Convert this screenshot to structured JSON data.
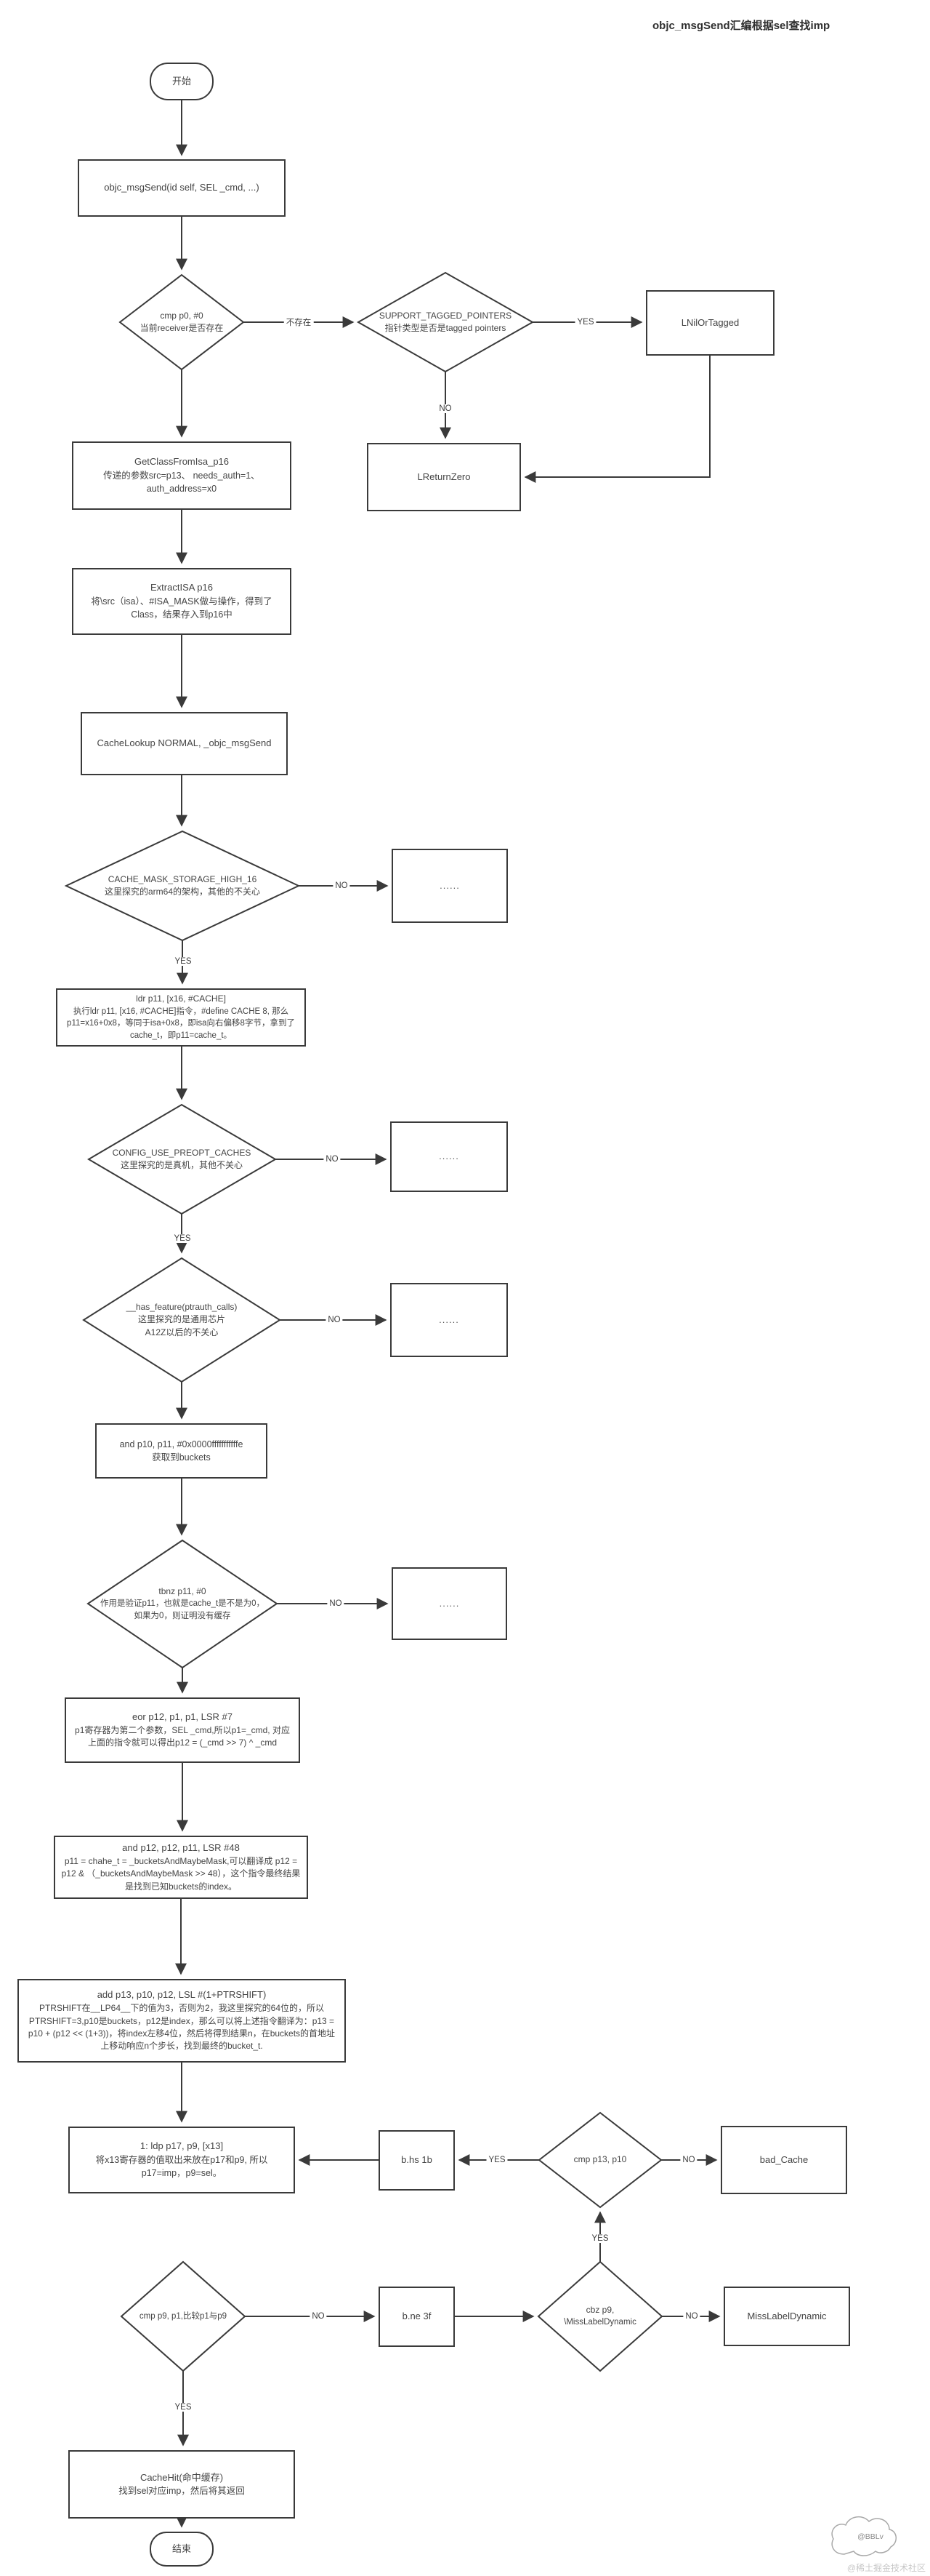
{
  "title": "objc_msgSend汇编根据sel查找imp",
  "nodes": {
    "start": "开始",
    "msgsend": "objc_msgSend(id self, SEL _cmd, ...)",
    "d_receiver": {
      "line1": "cmp p0, #0",
      "line2": "当前receiver是否存在"
    },
    "d_tagged": {
      "line1": "SUPPORT_TAGGED_POINTERS",
      "line2": "指针类型是否是tagged pointers"
    },
    "lnil": "LNilOrTagged",
    "lreturnzero": "LReturnZero",
    "getclass": {
      "title": "GetClassFromIsa_p16",
      "body": "传递的参数src=p13、 needs_auth=1、auth_address=x0"
    },
    "extractisa": {
      "title": "ExtractISA p16",
      "body": "将\\src（isa）、#ISA_MASK做与操作，得到了Class，结果存入到p16中"
    },
    "cachelookup": "CacheLookup NORMAL, _objc_msgSend",
    "d_cachemask": {
      "line1": "CACHE_MASK_STORAGE_HIGH_16",
      "line2": "这里探究的arm64的架构，其他的不关心"
    },
    "ellipsis": "......",
    "ldr": {
      "title": "ldr p11, [x16, #CACHE]",
      "body": "执行ldr p11, [x16, #CACHE]指令，#define CACHE 8, 那么p11=x16+0x8，等同于isa+0x8，即isa向右偏移8字节，拿到了cache_t，即p11=cache_t。"
    },
    "d_preopt": {
      "line1": "CONFIG_USE_PREOPT_CACHES",
      "line2": "这里探究的是真机，其他不关心"
    },
    "d_ptrauth": {
      "line1": "__has_feature(ptrauth_calls)",
      "line2": "这里探究的是通用芯片",
      "line3": "A12Z以后的不关心"
    },
    "and_buckets": {
      "title": "and p10, p11, #0x0000fffffffffffe",
      "body": "获取到buckets"
    },
    "d_tbnz": {
      "line1": "tbnz p11, #0",
      "line2": "作用是验证p11，也就是cache_t是不是为0，如果为0，则证明没有缓存"
    },
    "eor": {
      "title": "eor p12, p1, p1, LSR #7",
      "body": "p1寄存器为第二个参数，SEL _cmd,所以p1=_cmd, 对应上面的指令就可以得出p12 = (_cmd >> 7) ^ _cmd"
    },
    "and_index": {
      "title": "and p12, p12, p11, LSR #48",
      "body": "p11 = chahe_t = _bucketsAndMaybeMask,可以翻译成 p12 = p12 & （_bucketsAndMaybeMask >> 48），这个指令最终结果是找到已知buckets的index。"
    },
    "add_bucket": {
      "title": "add p13, p10, p12, LSL #(1+PTRSHIFT)",
      "body": "PTRSHIFT在__LP64__下的值为3，否则为2，我这里探究的64位的，所以PTRSHIFT=3,p10是buckets，p12是index，那么可以将上述指令翻译为：p13 = p10 + (p12 << (1+3))，将index左移4位，然后将得到结果n，在buckets的首地址上移动响应n个步长，找到最终的bucket_t."
    },
    "ldp": {
      "title": "1: ldp p17, p9, [x13]",
      "body": "将x13寄存器的值取出来放在p17和p9, 所以p17=imp，p9=sel。"
    },
    "bhs": "b.hs 1b",
    "d_cmp_p13": "cmp p13, p10",
    "bad_cache": "bad_Cache",
    "d_cmp_p9": "cmp p9, p1,比较p1与p9",
    "bne": "b.ne 3f",
    "d_cbz": {
      "line1": "cbz p9,",
      "line2": "\\MissLabelDynamic"
    },
    "misslabel": "MissLabelDynamic",
    "cachehit": {
      "title": "CacheHit(命中缓存)",
      "body": "找到sel对应imp，然后将其返回"
    },
    "end": "结束"
  },
  "labels": {
    "not_exist": "不存在",
    "d2_yes": "YES",
    "d2_no": "NO",
    "d3_no": "NO",
    "d3_yes": "YES",
    "d4_no": "NO",
    "d4_yes": "YES",
    "d5_no": "NO",
    "d6_no": "NO",
    "d7_yes": "YES",
    "d7_no": "NO",
    "d8_up_yes": "YES",
    "d9_no": "NO",
    "d8_no": "NO",
    "d9_yes": "YES"
  },
  "watermark": {
    "cloud": "@BBLv",
    "site": "@稀土掘金技术社区"
  },
  "colors": {
    "line": "#3a3a3a",
    "text": "#444444",
    "watermark": "#c7c7c7"
  }
}
